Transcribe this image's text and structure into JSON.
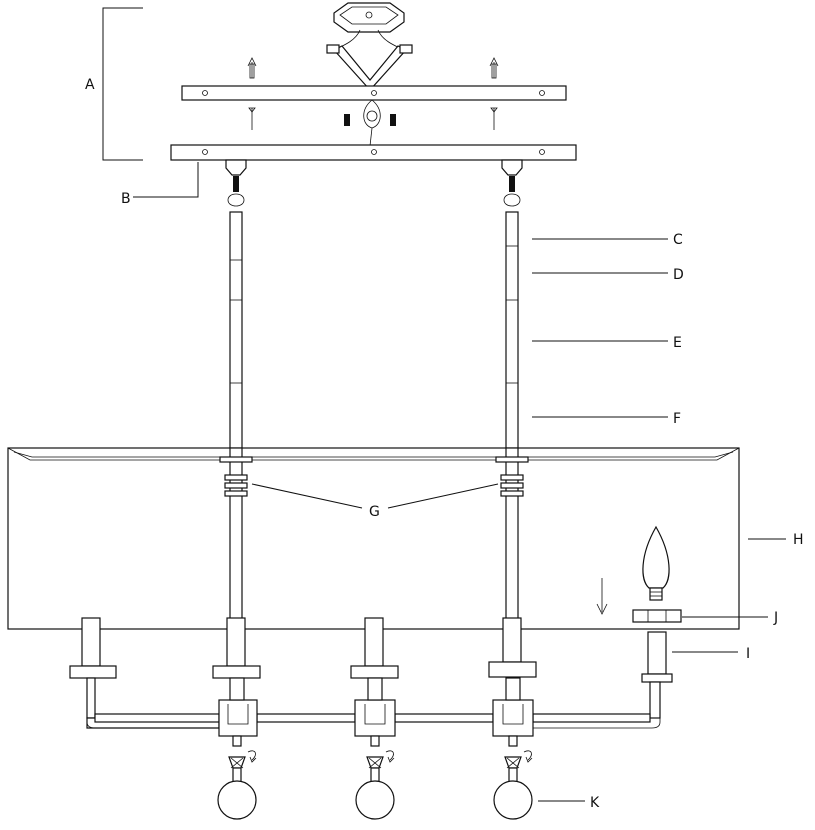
{
  "labels": {
    "A": "A",
    "B": "B",
    "C": "C",
    "D": "D",
    "E": "E",
    "F": "F",
    "G": "G",
    "H": "H",
    "I": "I",
    "J": "J",
    "K": "K"
  },
  "colors": {
    "stroke": "#111111",
    "background": "#ffffff"
  }
}
